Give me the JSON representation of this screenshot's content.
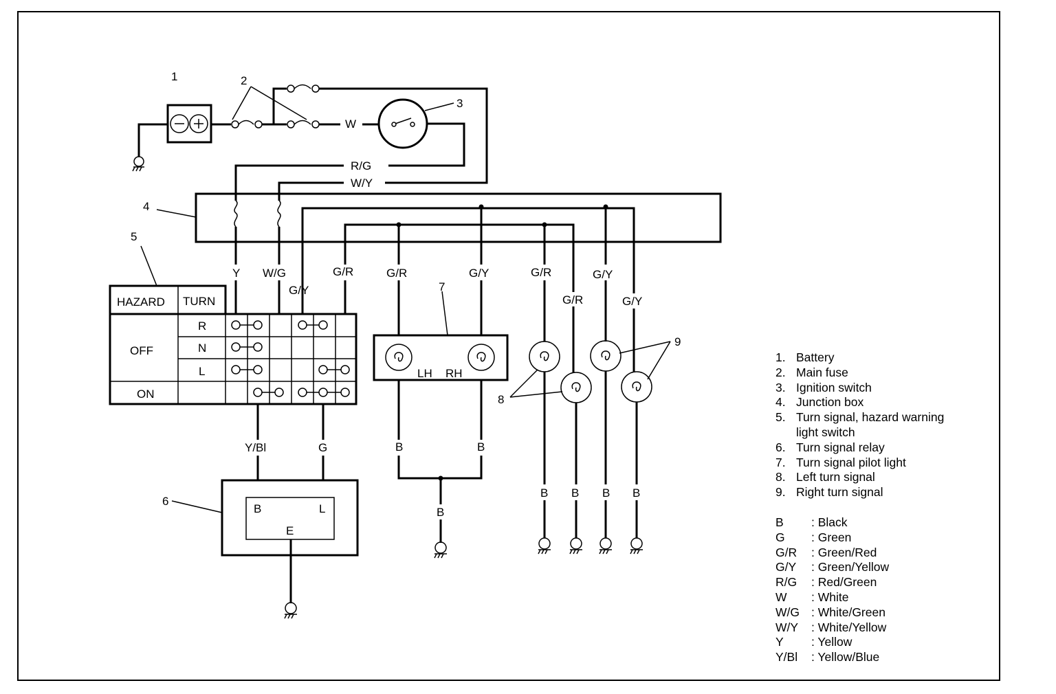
{
  "callouts": {
    "c1": "1",
    "c2": "2",
    "c3": "3",
    "c4": "4",
    "c5": "5",
    "c6": "6",
    "c7": "7",
    "c8": "8",
    "c9": "9"
  },
  "wire_labels": {
    "W": "W",
    "RG": "R/G",
    "WY": "W/Y",
    "Y": "Y",
    "WG": "W/G",
    "GY": "G/Y",
    "GR": "G/R",
    "YBl": "Y/Bl",
    "G": "G",
    "B": "B"
  },
  "switch_table": {
    "hazard_header": "HAZARD",
    "turn_header": "TURN",
    "off": "OFF",
    "on": "ON",
    "positions": [
      "R",
      "N",
      "L"
    ]
  },
  "relay": {
    "b": "B",
    "l": "L",
    "e": "E"
  },
  "pilot": {
    "lh": "LH",
    "rh": "RH"
  },
  "legend_items": [
    {
      "num": "1.",
      "text": "Battery"
    },
    {
      "num": "2.",
      "text": "Main fuse"
    },
    {
      "num": "3.",
      "text": "Ignition switch"
    },
    {
      "num": "4.",
      "text": "Junction box"
    },
    {
      "num": "5.",
      "text": "Turn signal, hazard warning"
    },
    {
      "num": "",
      "text": "light switch"
    },
    {
      "num": "6.",
      "text": "Turn signal relay"
    },
    {
      "num": "7.",
      "text": "Turn signal pilot light"
    },
    {
      "num": "8.",
      "text": "Left turn signal"
    },
    {
      "num": "9.",
      "text": "Right turn signal"
    }
  ],
  "color_codes": [
    {
      "code": "B",
      "name": ": Black"
    },
    {
      "code": "G",
      "name": ": Green"
    },
    {
      "code": "G/R",
      "name": ": Green/Red"
    },
    {
      "code": "G/Y",
      "name": ": Green/Yellow"
    },
    {
      "code": "R/G",
      "name": ": Red/Green"
    },
    {
      "code": "W",
      "name": ": White"
    },
    {
      "code": "W/G",
      "name": ": White/Green"
    },
    {
      "code": "W/Y",
      "name": ": White/Yellow"
    },
    {
      "code": "Y",
      "name": ": Yellow"
    },
    {
      "code": "Y/Bl",
      "name": ": Yellow/Blue"
    }
  ]
}
